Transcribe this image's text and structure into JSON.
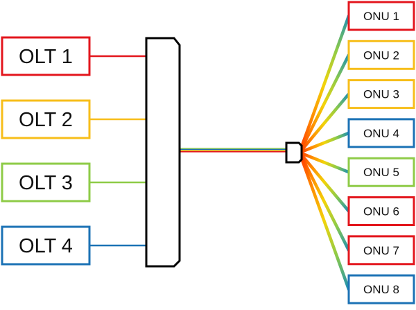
{
  "olts": [
    {
      "label": "OLT 1",
      "color": "#E3161D"
    },
    {
      "label": "OLT 2",
      "color": "#F7BE1A"
    },
    {
      "label": "OLT 3",
      "color": "#8ECB47"
    },
    {
      "label": "OLT 4",
      "color": "#1B72B5"
    }
  ],
  "onus": [
    {
      "label": "ONU 1",
      "color": "#E3161D"
    },
    {
      "label": "ONU 2",
      "color": "#F7BE1A"
    },
    {
      "label": "ONU 3",
      "color": "#F7BE1A"
    },
    {
      "label": "ONU 4",
      "color": "#1B72B5"
    },
    {
      "label": "ONU 5",
      "color": "#8ECB47"
    },
    {
      "label": "ONU 6",
      "color": "#E3161D"
    },
    {
      "label": "ONU 7",
      "color": "#E3161D"
    },
    {
      "label": "ONU 8",
      "color": "#1B72B5"
    }
  ],
  "trunk_colors": [
    "#8ECB47",
    "#1B72B5",
    "#F7BE1A",
    "#E3161D"
  ],
  "fiber_gradient": [
    "#FF3300",
    "#FF8A00",
    "#F2D40A",
    "#8ECB47",
    "#1B8FB5"
  ]
}
